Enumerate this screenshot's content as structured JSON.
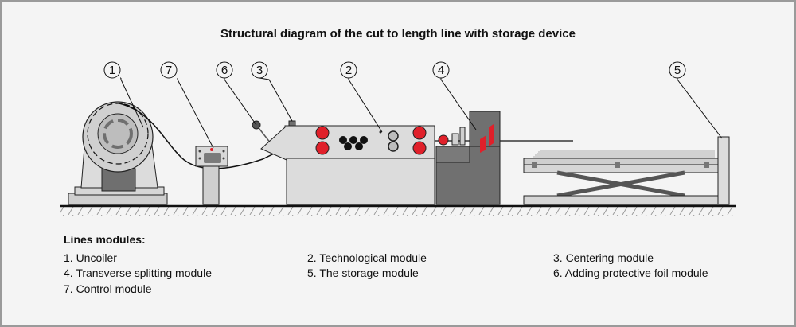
{
  "title": "Structural diagram of the cut to length line with storage device",
  "callouts": [
    "1",
    "7",
    "6",
    "3",
    "2",
    "4",
    "5"
  ],
  "legend": {
    "heading": "Lines modules:",
    "items": [
      "1. Uncoiler",
      "2. Technological module",
      "3. Centering module",
      "4. Transverse splitting module",
      "5. The storage module",
      "6. Adding protective foil module",
      "7. Control module"
    ]
  },
  "colors": {
    "machine_light": "#dcdcdc",
    "machine_dark": "#6f6f6f",
    "roller_red": "#e0202a",
    "outline": "#222222"
  }
}
